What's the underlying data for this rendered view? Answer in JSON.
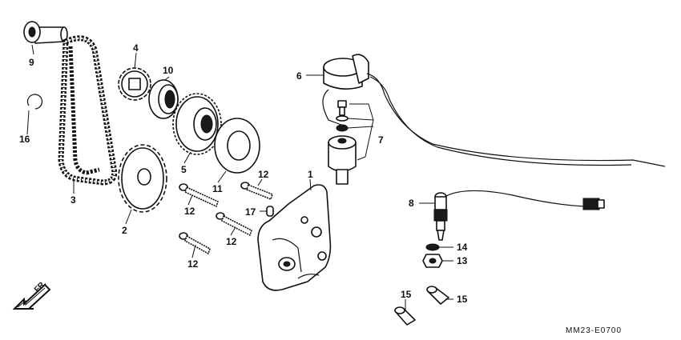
{
  "callouts": {
    "c1": "1",
    "c2": "2",
    "c3": "3",
    "c4": "4",
    "c5": "5",
    "c6": "6",
    "c7": "7",
    "c8": "8",
    "c9": "9",
    "c10": "10",
    "c11": "11",
    "c12a": "12",
    "c12b": "12",
    "c12c": "12",
    "c12d": "12",
    "c13": "13",
    "c14": "14",
    "c15a": "15",
    "c15b": "15",
    "c16": "16",
    "c17": "17"
  },
  "direction_label": "FR.",
  "diagram_code": "MM23-E0700",
  "colors": {
    "ink": "#111111",
    "paper": "#ffffff"
  }
}
